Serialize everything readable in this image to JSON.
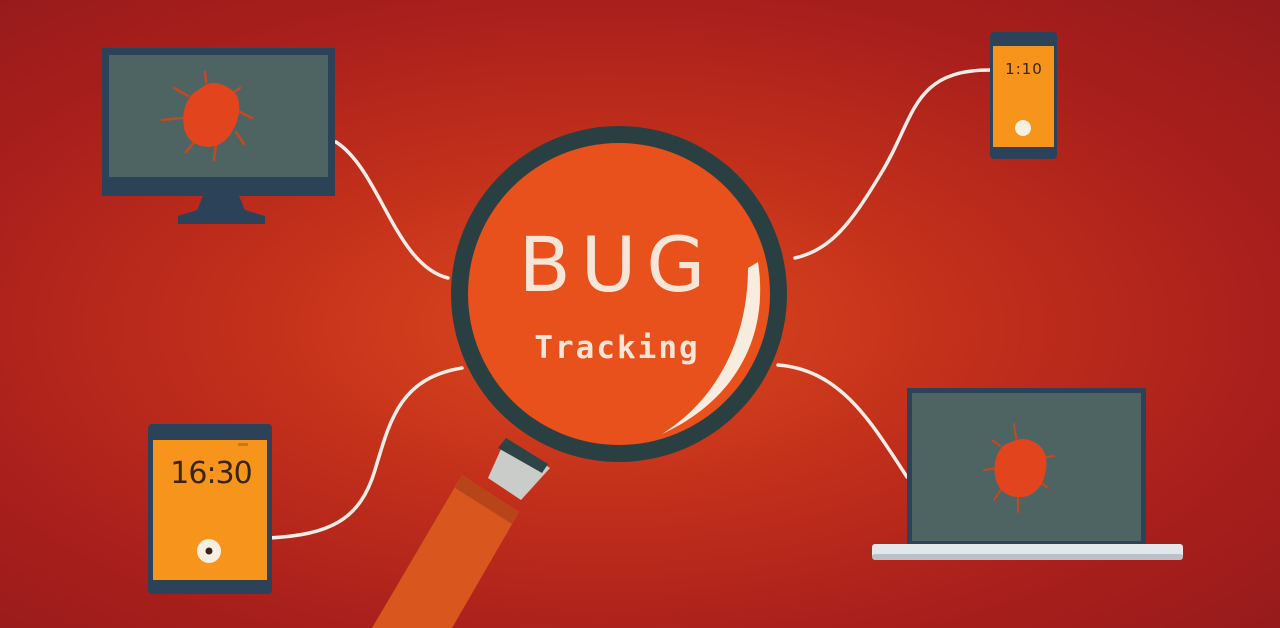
{
  "title": "BUG",
  "subtitle": "Tracking",
  "tablet": {
    "time": "16:30"
  },
  "phone": {
    "time": "1:10"
  },
  "colors": {
    "background": "#b52a1b",
    "device_frame": "#2b4259",
    "device_screen": "#4d6462",
    "mobile_screen": "#f6941c",
    "bug": "#e2451e",
    "lens_ring": "#243c40",
    "handle": "#d9571f",
    "cable": "#f4ece6"
  },
  "icons": [
    "bug-icon",
    "desktop-monitor",
    "smartphone",
    "tablet",
    "laptop",
    "magnifying-glass"
  ]
}
